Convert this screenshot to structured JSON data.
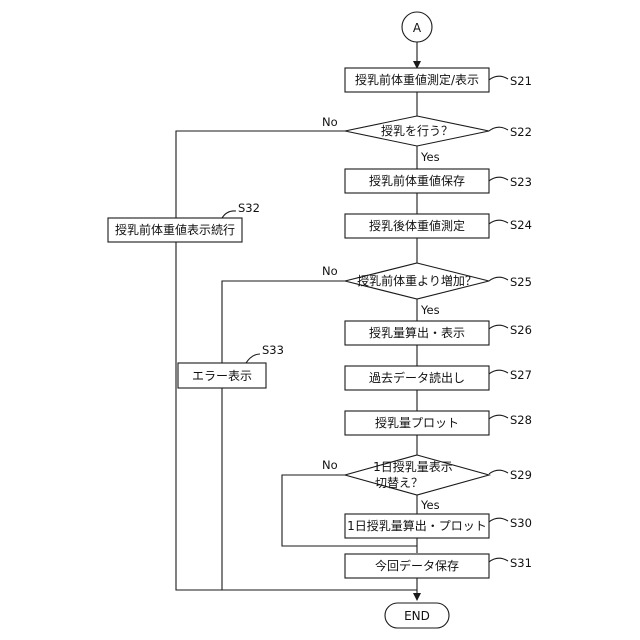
{
  "connector": {
    "label": "A"
  },
  "terminal": {
    "label": "END"
  },
  "steps": {
    "s21": {
      "label": "授乳前体重値測定/表示",
      "step_id": "S21"
    },
    "s22": {
      "label": "授乳を行う？",
      "step_id": "S22"
    },
    "s23": {
      "label": "授乳前体重値保存",
      "step_id": "S23"
    },
    "s24": {
      "label": "授乳後体重値測定",
      "step_id": "S24"
    },
    "s25": {
      "label": "授乳前体重より増加？",
      "step_id": "S25"
    },
    "s26": {
      "label": "授乳量算出・表示",
      "step_id": "S26"
    },
    "s27": {
      "label": "過去データ読出し",
      "step_id": "S27"
    },
    "s28": {
      "label": "授乳量プロット",
      "step_id": "S28"
    },
    "s29": {
      "label_line1": "1日授乳量表示",
      "label_line2": "切替え？",
      "step_id": "S29"
    },
    "s30": {
      "label": "1日授乳量算出・プロット",
      "step_id": "S30"
    },
    "s31": {
      "label": "今回データ保存",
      "step_id": "S31"
    },
    "s32": {
      "label": "授乳前体重値表示続行",
      "step_id": "S32"
    },
    "s33": {
      "label": "エラー表示",
      "step_id": "S33"
    }
  },
  "edges": {
    "yes": "Yes",
    "no": "No"
  }
}
